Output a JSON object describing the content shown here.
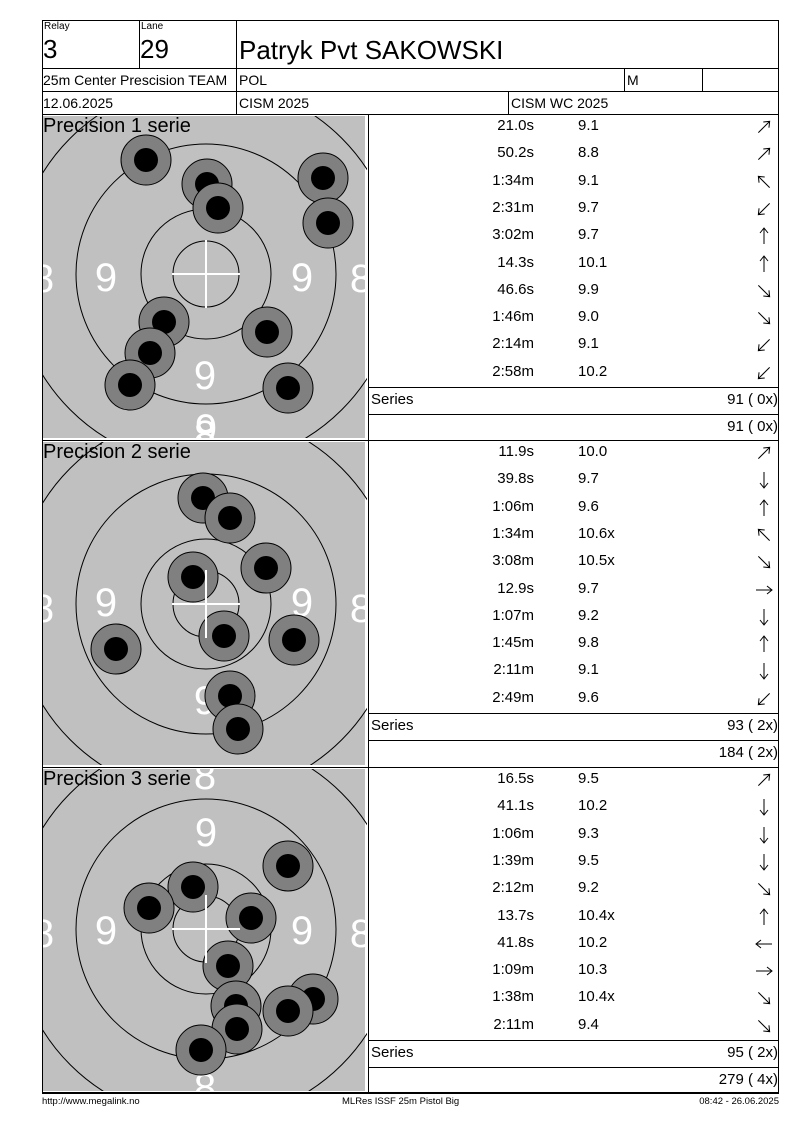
{
  "header": {
    "relay_label": "Relay",
    "relay": "3",
    "lane_label": "Lane",
    "lane": "29",
    "athlete": "Patryk Pvt SAKOWSKI",
    "event": "25m Center Prescision TEAM",
    "nation": "POL",
    "gender": "M",
    "date": "12.06.2025",
    "competition": "CISM 2025",
    "championship": "CISM WC 2025"
  },
  "series": [
    {
      "title": "Precision 1 serie",
      "shots": [
        {
          "time": "21.0s",
          "score": "9.1",
          "dir": "up-right"
        },
        {
          "time": "50.2s",
          "score": "8.8",
          "dir": "up-right"
        },
        {
          "time": "1:34m",
          "score": "9.1",
          "dir": "up-left"
        },
        {
          "time": "2:31m",
          "score": "9.7",
          "dir": "down-left"
        },
        {
          "time": "3:02m",
          "score": "9.7",
          "dir": "up"
        },
        {
          "time": "14.3s",
          "score": "10.1",
          "dir": "up"
        },
        {
          "time": "46.6s",
          "score": "9.9",
          "dir": "down-right"
        },
        {
          "time": "1:46m",
          "score": "9.0",
          "dir": "down-right"
        },
        {
          "time": "2:14m",
          "score": "9.1",
          "dir": "down-left"
        },
        {
          "time": "2:58m",
          "score": "10.2",
          "dir": "down-left"
        }
      ],
      "series_label": "Series",
      "series_total": "91 ( 0x)",
      "running_total": "91 ( 0x)"
    },
    {
      "title": "Precision 2 serie",
      "shots": [
        {
          "time": "11.9s",
          "score": "10.0",
          "dir": "up-right"
        },
        {
          "time": "39.8s",
          "score": "9.7",
          "dir": "down"
        },
        {
          "time": "1:06m",
          "score": "9.6",
          "dir": "up"
        },
        {
          "time": "1:34m",
          "score": "10.6x",
          "dir": "up-left"
        },
        {
          "time": "3:08m",
          "score": "10.5x",
          "dir": "down-right"
        },
        {
          "time": "12.9s",
          "score": "9.7",
          "dir": "right"
        },
        {
          "time": "1:07m",
          "score": "9.2",
          "dir": "down"
        },
        {
          "time": "1:45m",
          "score": "9.8",
          "dir": "up"
        },
        {
          "time": "2:11m",
          "score": "9.1",
          "dir": "down"
        },
        {
          "time": "2:49m",
          "score": "9.6",
          "dir": "down-left"
        }
      ],
      "series_label": "Series",
      "series_total": "93 ( 2x)",
      "running_total": "184 ( 2x)"
    },
    {
      "title": "Precision 3 serie",
      "shots": [
        {
          "time": "16.5s",
          "score": "9.5",
          "dir": "up-right"
        },
        {
          "time": "41.1s",
          "score": "10.2",
          "dir": "down"
        },
        {
          "time": "1:06m",
          "score": "9.3",
          "dir": "down"
        },
        {
          "time": "1:39m",
          "score": "9.5",
          "dir": "down"
        },
        {
          "time": "2:12m",
          "score": "9.2",
          "dir": "down-right"
        },
        {
          "time": "13.7s",
          "score": "10.4x",
          "dir": "up"
        },
        {
          "time": "41.8s",
          "score": "10.2",
          "dir": "left"
        },
        {
          "time": "1:09m",
          "score": "10.3",
          "dir": "right"
        },
        {
          "time": "1:38m",
          "score": "10.4x",
          "dir": "down-right"
        },
        {
          "time": "2:11m",
          "score": "9.4",
          "dir": "down-right"
        }
      ],
      "series_label": "Series",
      "series_total": "95 ( 2x)",
      "running_total": "279 ( 4x)"
    }
  ],
  "targets": [
    {
      "ring_numbers": [
        "9",
        "9",
        "9",
        "9",
        "8",
        "8",
        "8"
      ],
      "hits": [
        [
          146,
          160
        ],
        [
          207,
          184
        ],
        [
          323,
          178
        ],
        [
          218,
          208
        ],
        [
          328,
          223
        ],
        [
          164,
          322
        ],
        [
          267,
          332
        ],
        [
          150,
          353
        ],
        [
          130,
          385
        ],
        [
          288,
          388
        ]
      ]
    },
    {
      "ring_numbers": [
        "9",
        "9",
        "9",
        "8",
        "8"
      ],
      "hits": [
        [
          203,
          498
        ],
        [
          230,
          518
        ],
        [
          266,
          568
        ],
        [
          193,
          577
        ],
        [
          224,
          636
        ],
        [
          294,
          640
        ],
        [
          116,
          649
        ],
        [
          230,
          696
        ],
        [
          238,
          729
        ]
      ]
    },
    {
      "ring_numbers": [
        "9",
        "9",
        "9",
        "8",
        "8",
        "8",
        "8"
      ],
      "hits": [
        [
          288,
          866
        ],
        [
          193,
          887
        ],
        [
          149,
          908
        ],
        [
          251,
          918
        ],
        [
          228,
          966
        ],
        [
          236,
          1006
        ],
        [
          313,
          999
        ],
        [
          288,
          1011
        ],
        [
          237,
          1029
        ],
        [
          201,
          1050
        ]
      ]
    }
  ],
  "footer": {
    "left": "http://www.megalink.no",
    "center": "MLRes ISSF 25m Pistol Big",
    "right": "08:42 - 26.06.2025"
  }
}
